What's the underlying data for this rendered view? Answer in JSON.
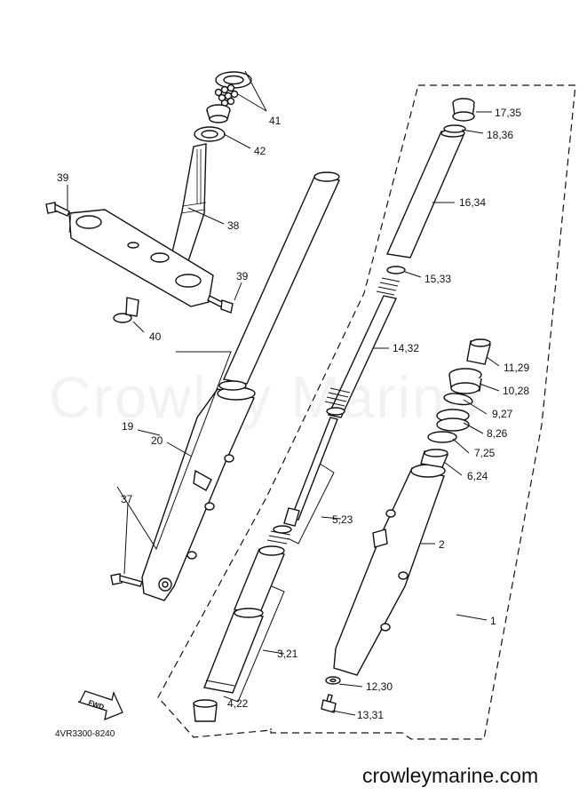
{
  "watermark": "Crowley Marine",
  "diagram_code": "4VR3300-8240",
  "fwd_label": "FWD",
  "footer_site": "crowleymarine.com",
  "callouts": {
    "c1": "1",
    "c2": "2",
    "c3_21": "3,21",
    "c4_22": "4,22",
    "c5_23": "5,23",
    "c6_24": "6,24",
    "c7_25": "7,25",
    "c8_26": "8,26",
    "c9_27": "9,27",
    "c10_28": "10,28",
    "c11_29": "11,29",
    "c12_30": "12,30",
    "c13_31": "13,31",
    "c14_32": "14,32",
    "c15_33": "15,33",
    "c16_34": "16,34",
    "c17_35": "17,35",
    "c18_36": "18,36",
    "c19": "19",
    "c20": "20",
    "c37": "37",
    "c38": "38",
    "c39a": "39",
    "c39b": "39",
    "c40": "40",
    "c41": "41",
    "c42": "42"
  }
}
